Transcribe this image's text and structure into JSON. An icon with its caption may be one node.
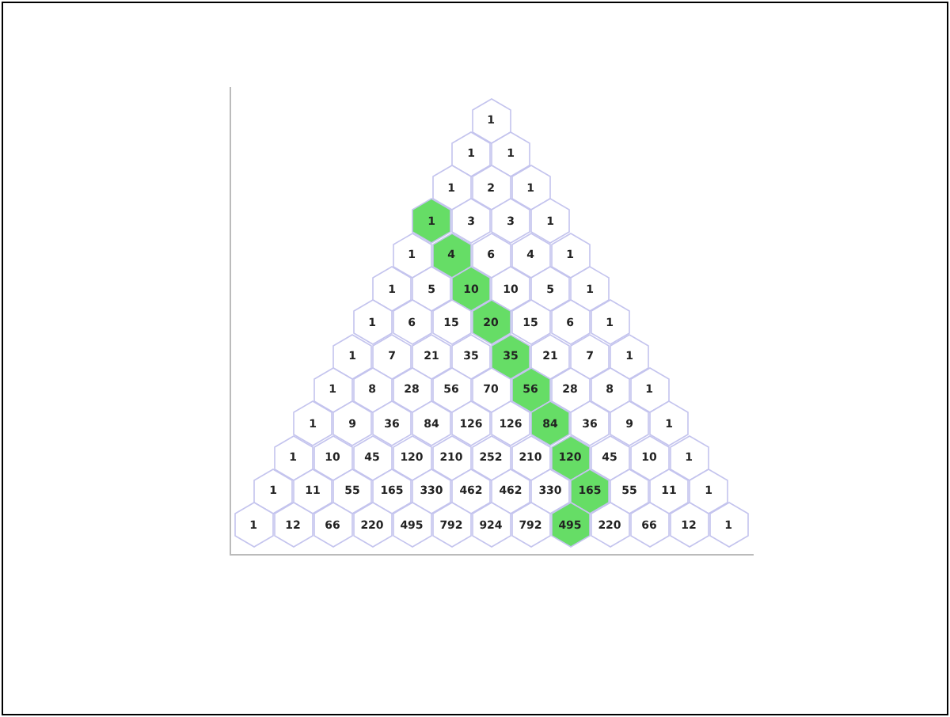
{
  "diagram": {
    "nodes": [
      {
        "text": [
          "1"
        ]
      },
      {
        "text": [
          "1"
        ]
      },
      {
        "text": [
          "1"
        ]
      },
      {
        "text": [
          "1"
        ]
      },
      {
        "text": [
          "2"
        ]
      },
      {
        "text": [
          "1"
        ]
      },
      {
        "text": [
          "1"
        ]
      },
      {
        "text": [
          "3"
        ]
      },
      {
        "text": [
          "3"
        ]
      },
      {
        "text": [
          "1"
        ]
      },
      {
        "text": [
          "1"
        ]
      },
      {
        "text": [
          "4"
        ]
      },
      {
        "text": [
          "6"
        ]
      },
      {
        "text": [
          "4"
        ]
      },
      {
        "text": [
          "1"
        ]
      },
      {
        "text": [
          "1"
        ]
      },
      {
        "text": [
          "5"
        ]
      },
      {
        "text": [
          "10"
        ]
      },
      {
        "text": [
          "10"
        ]
      },
      {
        "text": [
          "5"
        ]
      },
      {
        "text": [
          "1"
        ]
      },
      {
        "text": [
          "1"
        ]
      },
      {
        "text": [
          "6"
        ]
      },
      {
        "text": [
          "15"
        ]
      },
      {
        "text": [
          "20"
        ]
      },
      {
        "text": [
          "15"
        ]
      },
      {
        "text": [
          "6"
        ]
      },
      {
        "text": [
          "1"
        ]
      },
      {
        "text": [
          "1"
        ]
      },
      {
        "text": [
          "7"
        ]
      },
      {
        "text": [
          "21"
        ]
      },
      {
        "text": [
          "35"
        ]
      },
      {
        "text": [
          "35"
        ]
      },
      {
        "text": [
          "21"
        ]
      },
      {
        "text": [
          "7"
        ]
      },
      {
        "text": [
          "1"
        ]
      },
      {
        "text": [
          "1"
        ]
      },
      {
        "text": [
          "8"
        ]
      },
      {
        "text": [
          "28"
        ]
      },
      {
        "text": [
          "56"
        ]
      },
      {
        "text": [
          "70"
        ]
      },
      {
        "text": [
          "56"
        ]
      },
      {
        "text": [
          "28"
        ]
      },
      {
        "text": [
          "8"
        ]
      },
      {
        "text": [
          "1"
        ]
      },
      {
        "text": [
          "1"
        ]
      },
      {
        "text": [
          "9"
        ]
      },
      {
        "text": [
          "36"
        ]
      },
      {
        "text": [
          "84"
        ]
      },
      {
        "text": [
          "126"
        ]
      },
      {
        "text": [
          "126"
        ]
      },
      {
        "text": [
          "84"
        ]
      },
      {
        "text": [
          "36"
        ]
      },
      {
        "text": [
          "9"
        ]
      },
      {
        "text": [
          "1"
        ]
      },
      {
        "text": [
          "1"
        ]
      },
      {
        "text": [
          "10"
        ]
      },
      {
        "text": [
          "45"
        ]
      },
      {
        "text": [
          "120"
        ]
      },
      {
        "text": [
          "210"
        ]
      },
      {
        "text": [
          "252"
        ]
      },
      {
        "text": [
          "210"
        ]
      },
      {
        "text": [
          "120"
        ]
      },
      {
        "text": [
          "45"
        ]
      },
      {
        "text": [
          "10"
        ]
      },
      {
        "text": [
          "1"
        ]
      },
      {
        "text": [
          "1"
        ]
      },
      {
        "text": [
          "11"
        ]
      },
      {
        "text": [
          "55"
        ]
      },
      {
        "text": [
          "165"
        ]
      },
      {
        "text": [
          "330"
        ]
      },
      {
        "text": [
          "462"
        ]
      },
      {
        "text": [
          "462"
        ]
      },
      {
        "text": [
          "330"
        ]
      },
      {
        "text": [
          "165"
        ]
      },
      {
        "text": [
          "55"
        ]
      },
      {
        "text": [
          "11"
        ]
      },
      {
        "text": [
          "1"
        ]
      },
      {
        "text": [
          "1"
        ]
      },
      {
        "text": [
          "12"
        ]
      },
      {
        "text": [
          "66"
        ]
      },
      {
        "text": [
          "220"
        ]
      },
      {
        "text": [
          "495"
        ]
      },
      {
        "text": [
          "792"
        ]
      },
      {
        "text": [
          "924"
        ]
      },
      {
        "text": [
          "792"
        ]
      },
      {
        "text": [
          "495"
        ]
      },
      {
        "text": [
          "220"
        ]
      },
      {
        "text": [
          "66"
        ]
      },
      {
        "text": [
          "12"
        ]
      },
      {
        "text": [
          "1"
        ]
      }
    ]
  }
}
